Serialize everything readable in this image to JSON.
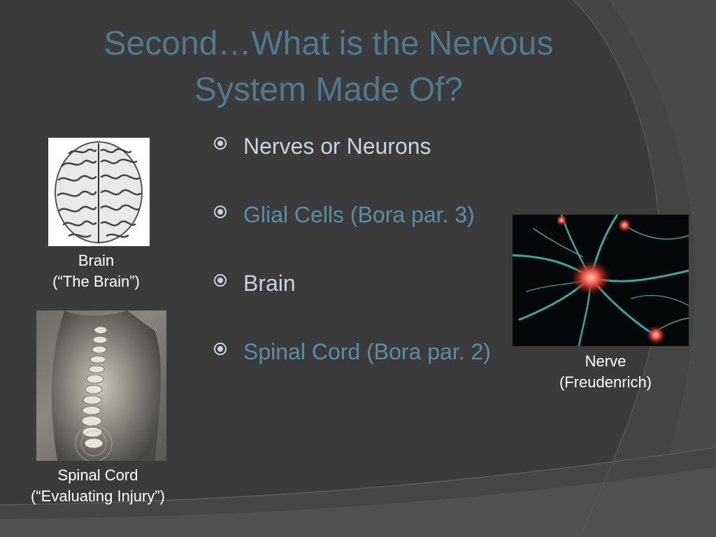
{
  "slide": {
    "title_line1": "Second…What is the Nervous",
    "title_line2": "System Made Of?",
    "bullets": [
      {
        "text": "Nerves or Neurons"
      },
      {
        "text": "Glial Cells (Bora par. 3)"
      },
      {
        "text": "Brain"
      },
      {
        "text": "Spinal Cord (Bora par. 2)"
      }
    ],
    "captions": {
      "brain": {
        "line1": "Brain",
        "line2": "(“The Brain”)"
      },
      "spine": {
        "line1": "Spinal Cord",
        "line2": "(“Evaluating Injury”)"
      },
      "nerve": {
        "line1": "Nerve",
        "line2": "(Freudenrich)"
      }
    },
    "colors": {
      "background": "#3b3b3b",
      "title": "#4d7a8e",
      "bullet_light": "#c8d4da",
      "bullet_accent": "#5b8ea2",
      "caption": "#ffffff"
    }
  }
}
